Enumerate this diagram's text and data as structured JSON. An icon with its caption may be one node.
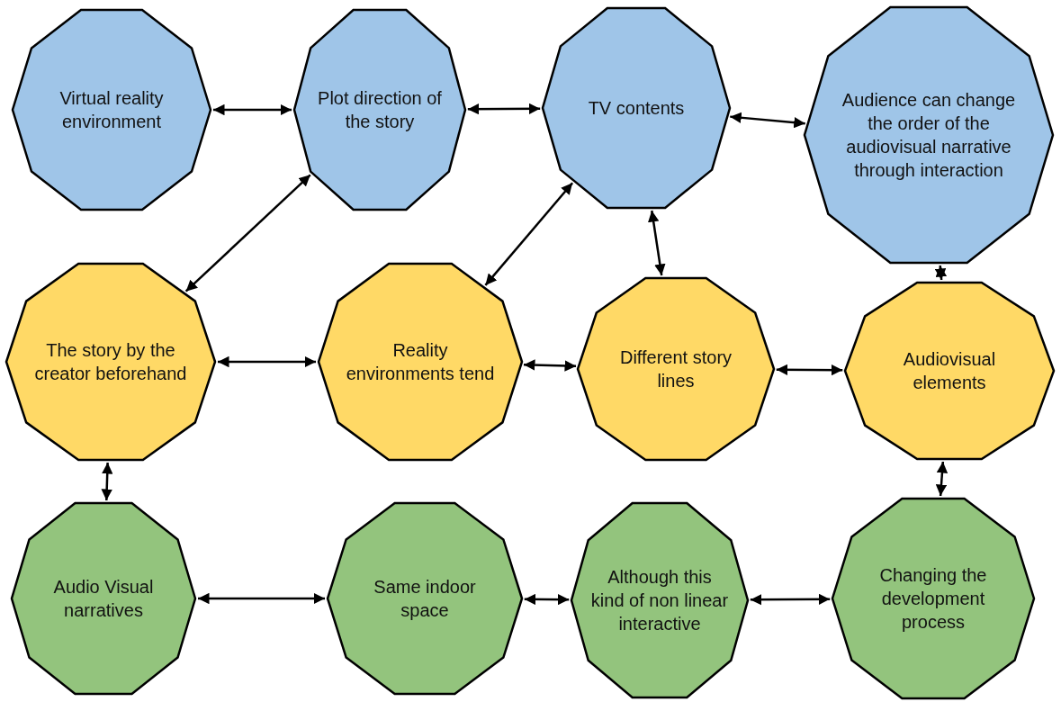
{
  "diagram": {
    "nodes": [
      {
        "text": [
          "Virtual reality environment"
        ]
      },
      {
        "text": [
          "Plot direction of the story"
        ]
      },
      {
        "text": [
          "TV contents"
        ]
      },
      {
        "text": [
          "Audience can change the order of the audiovisual narrative through interaction"
        ]
      },
      {
        "text": [
          "The story by the creator beforehand"
        ]
      },
      {
        "text": [
          "Reality environments tend"
        ]
      },
      {
        "text": [
          "Different story lines"
        ]
      },
      {
        "text": [
          "Audiovisual elements"
        ]
      },
      {
        "text": [
          "Audio Visual narratives"
        ]
      },
      {
        "text": [
          "Same indoor space"
        ]
      },
      {
        "text": [
          "Although this kind of non linear interactive"
        ]
      },
      {
        "text": [
          "Changing the development process"
        ]
      }
    ],
    "edges": [
      {
        "from": 0,
        "to": 1,
        "arrow": "both"
      },
      {
        "from": 1,
        "to": 2,
        "arrow": "both"
      },
      {
        "from": 2,
        "to": 3,
        "arrow": "both"
      },
      {
        "from": 1,
        "to": 4,
        "arrow": "both"
      },
      {
        "from": 2,
        "to": 5,
        "arrow": "both"
      },
      {
        "from": 2,
        "to": 6,
        "arrow": "both"
      },
      {
        "from": 3,
        "to": 7,
        "arrow": "both"
      },
      {
        "from": 4,
        "to": 5,
        "arrow": "both"
      },
      {
        "from": 5,
        "to": 6,
        "arrow": "both"
      },
      {
        "from": 6,
        "to": 7,
        "arrow": "both"
      },
      {
        "from": 4,
        "to": 8,
        "arrow": "both"
      },
      {
        "from": 7,
        "to": 11,
        "arrow": "both"
      },
      {
        "from": 8,
        "to": 9,
        "arrow": "both"
      },
      {
        "from": 9,
        "to": 10,
        "arrow": "both"
      },
      {
        "from": 10,
        "to": 11,
        "arrow": "both"
      }
    ]
  }
}
